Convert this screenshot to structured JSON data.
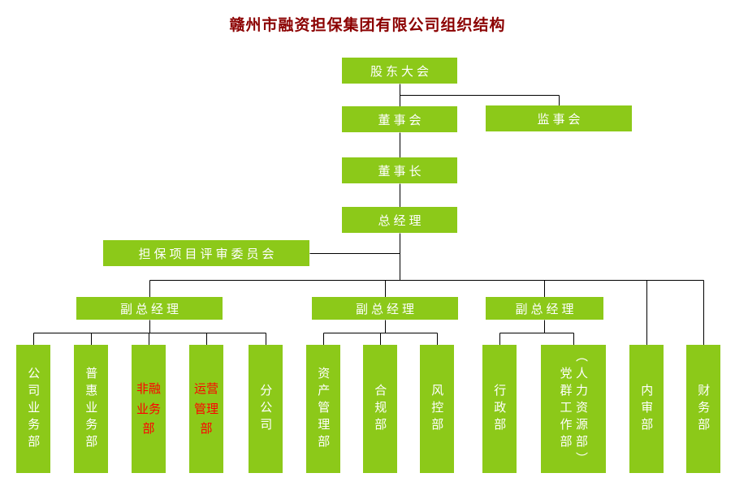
{
  "title": "赣州市融资担保集团有限公司组织结构",
  "colors": {
    "background": "#FFFFFF",
    "box": "#8CC919",
    "box_text": "#FFFFFF",
    "highlight_text": "#FF0000",
    "title": "#8B0000",
    "line": "#000000"
  },
  "nodes": {
    "shareholders_meeting": "股东大会",
    "board_of_directors": "董事会",
    "board_of_supervisors": "监事会",
    "chairman": "董事长",
    "general_manager": "总经理",
    "guarantee_review_committee": "担保项目评审委员会",
    "deputy_general_manager": "副总经理"
  },
  "departments": [
    {
      "label": "公司业务部",
      "highlight": false
    },
    {
      "label": "普惠业务部",
      "highlight": false
    },
    {
      "label": "非融业务部",
      "highlight": true
    },
    {
      "label": "运营管理部",
      "highlight": true
    },
    {
      "label": "分公司",
      "highlight": false
    },
    {
      "label": "资产管理部",
      "highlight": false
    },
    {
      "label": "合规部",
      "highlight": false
    },
    {
      "label": "风控部",
      "highlight": false
    },
    {
      "label": "行政部",
      "highlight": false
    },
    {
      "label": "党群工作部",
      "sub_label": "（人力资源部）",
      "highlight": false
    },
    {
      "label": "内审部",
      "highlight": false
    },
    {
      "label": "财务部",
      "highlight": false
    }
  ]
}
